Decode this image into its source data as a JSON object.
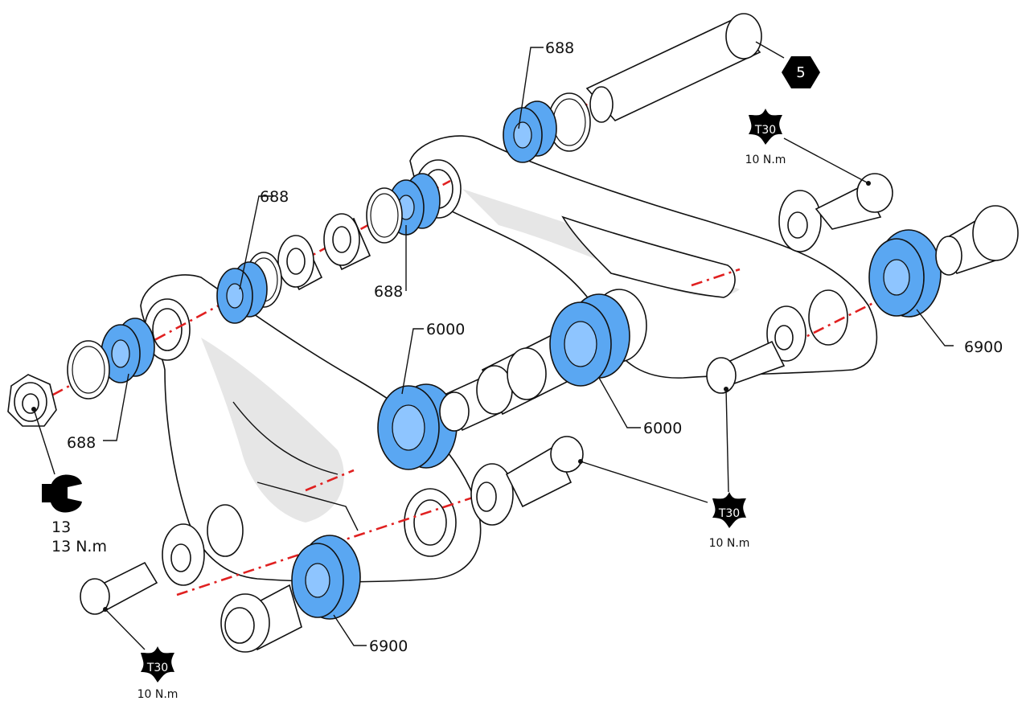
{
  "callouts": {
    "bearing_688_top": "688",
    "bearing_688_upper_left": "688",
    "bearing_688_mid": "688",
    "bearing_688_lower_left": "688",
    "bearing_6000_left": "6000",
    "bearing_6000_right": "6000",
    "bearing_6900_right": "6900",
    "bearing_6900_bottom": "6900"
  },
  "tools": {
    "hex_key": "5",
    "torx_top": {
      "bit": "T30",
      "torque": "10 N.m"
    },
    "torx_mid": {
      "bit": "T30",
      "torque": "10 N.m"
    },
    "torx_bottom": {
      "bit": "T30",
      "torque": "10 N.m"
    },
    "wrench": {
      "size": "13",
      "torque": "13 N.m"
    }
  },
  "colors": {
    "bearing": "#5aa7f2",
    "axis_line": "#e02020",
    "tool_badge": "#000000"
  }
}
